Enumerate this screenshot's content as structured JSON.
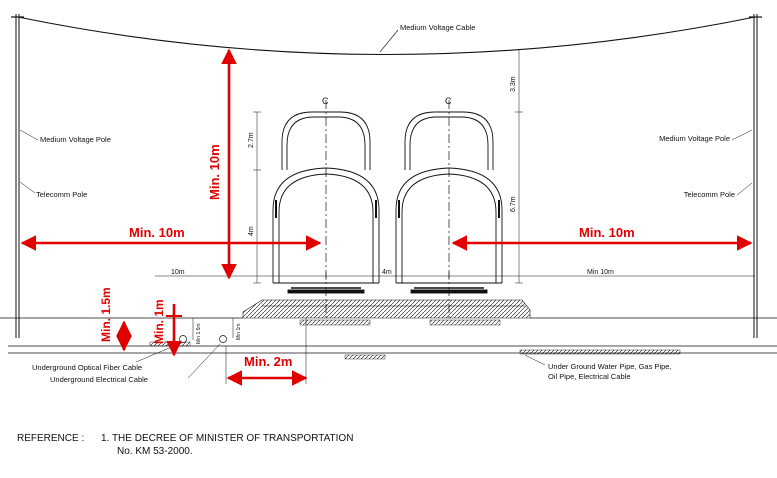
{
  "labels": {
    "cable": "Medium Voltage Cable",
    "mv_pole_left": "Medium Voltage Pole",
    "telecomm_left": "Telecomm Pole",
    "mv_pole_right": "Medium Voltage Pole",
    "telecomm_right": "Telecomm Pole",
    "optical": "Underground Optical Fiber Cable",
    "electrical": "Underground Electrical Cable",
    "water_l1": "Under Ground Water Pipe, Gas Pipe,",
    "water_l2": "Oil Pipe, Electrical Cable",
    "centerline": "C"
  },
  "dimensions": {
    "d_27": "2.7m",
    "d_4_left": "4m",
    "d_33": "3.3m",
    "d_67": "6.7m",
    "d_10m": "10m",
    "d_4m": "4m",
    "d_min10": "Min 10m",
    "d_min15_small": "Min 1.5m",
    "d_min1_small": "Min 1m"
  },
  "requirements": {
    "min10_vertical": "Min. 10m",
    "min10_left": "Min. 10m",
    "min10_right": "Min. 10m",
    "min15": "Min. 1.5m",
    "min1": "Min. 1m",
    "min2": "Min. 2m"
  },
  "reference": {
    "prefix": "REFERENCE  :",
    "item_l1": "1. THE  DECREE OF MINISTER OF TRANSPORTATION",
    "item_l2": "No. KM 53-2000."
  },
  "colors": {
    "red": "#e00000",
    "line": "#111111"
  }
}
